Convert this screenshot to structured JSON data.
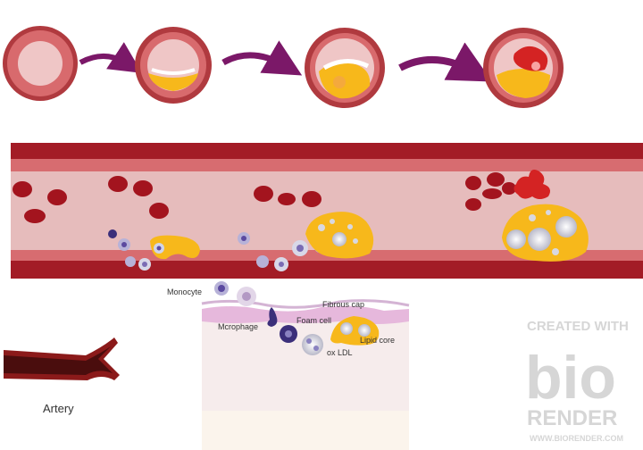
{
  "labels": {
    "monocyte": "Monocyte",
    "macrophage": "Mcrophage",
    "foam_cell": "Foam cell",
    "fibrous_cap": "Fibrous cap",
    "lipid_core": "Lipid core",
    "ox_ldl": "ox LDL",
    "artery": "Artery"
  },
  "watermark": {
    "created_with": "CREATED WITH",
    "logo": "bio",
    "render": "RENDER",
    "url": "WWW.BIORENDER.COM"
  },
  "colors": {
    "vessel_wall": "#a31c26",
    "vessel_lumen": "#e2b8b8",
    "plaque": "#f7b81b",
    "arrow": "#7b1868",
    "rbc": "#a3141e",
    "clot": "#d42323"
  }
}
